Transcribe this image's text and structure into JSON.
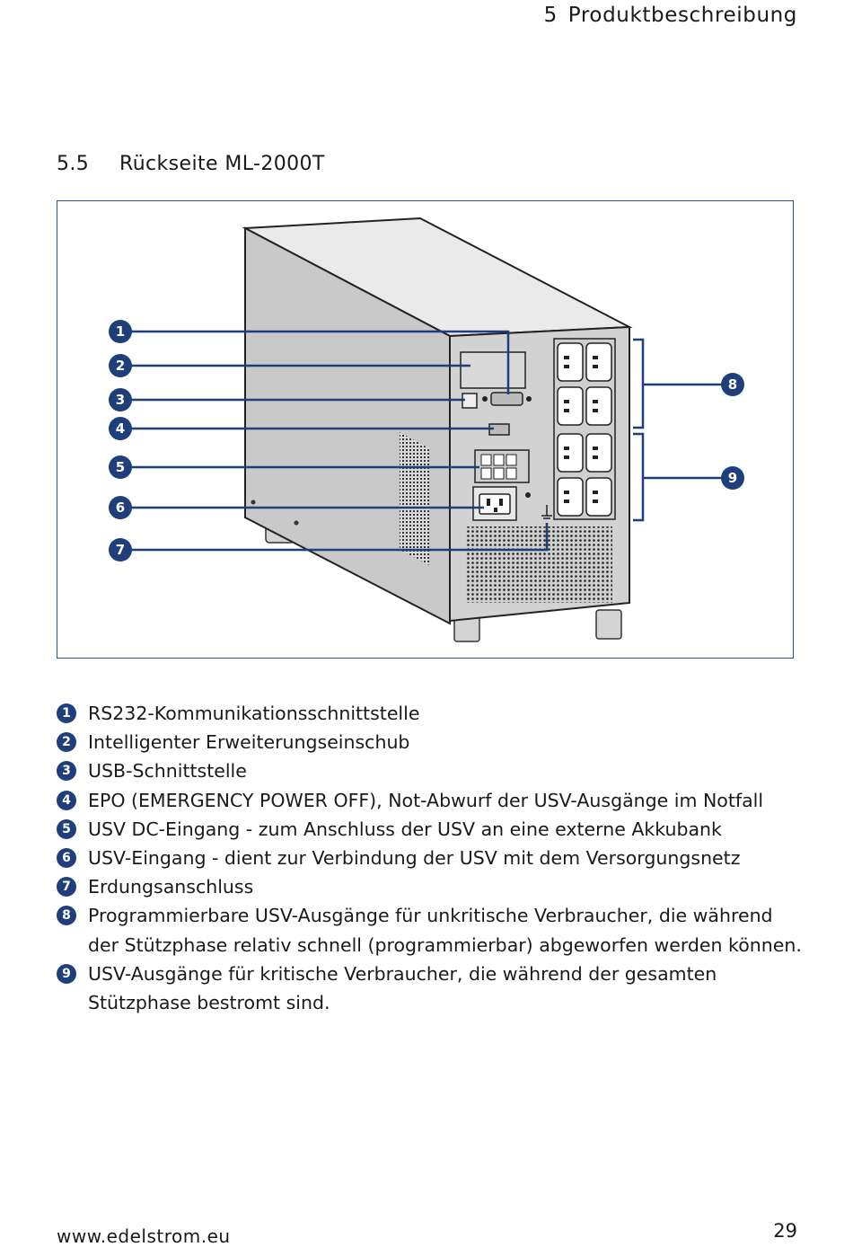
{
  "header": {
    "chapter_number": "5",
    "chapter_title": "Produktbeschreibung"
  },
  "section": {
    "number": "5.5",
    "title": "Rückseite ML-2000T"
  },
  "figure": {
    "callouts": [
      "1",
      "2",
      "3",
      "4",
      "5",
      "6",
      "7",
      "8",
      "9"
    ],
    "colors": {
      "callout_blue": "#1f3f7a",
      "frame_blue": "#2c4f8c",
      "case_gray": "#cdcdcd"
    }
  },
  "legend": [
    {
      "num": "1",
      "text": "RS232-Kommunikationsschnittstelle"
    },
    {
      "num": "2",
      "text": "Intelligenter Erweiterungseinschub"
    },
    {
      "num": "3",
      "text": "USB-Schnittstelle"
    },
    {
      "num": "4",
      "text": "EPO (EMERGENCY POWER OFF), Not-Abwurf der USV-Ausgänge im Notfall"
    },
    {
      "num": "5",
      "text": "USV DC-Eingang - zum Anschluss der USV an eine externe Akkubank"
    },
    {
      "num": "6",
      "text": "USV-Eingang - dient zur Verbindung der USV mit dem Versorgungsnetz"
    },
    {
      "num": "7",
      "text": "Erdungsanschluss"
    },
    {
      "num": "8",
      "text": "Programmierbare USV-Ausgänge für unkritische Verbraucher, die während der Stützphase relativ schnell (programmierbar) abgeworfen werden können."
    },
    {
      "num": "9",
      "text": "USV-Ausgänge für kritische Verbraucher, die während der gesamten Stützphase bestromt sind."
    }
  ],
  "footer": {
    "url": "www.edelstrom.eu",
    "page_number": "29"
  }
}
